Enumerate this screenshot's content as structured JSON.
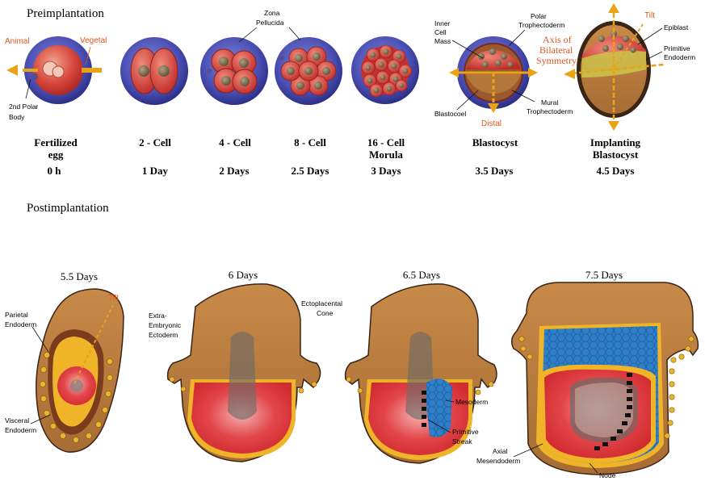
{
  "sections": {
    "preimplantation": "Preimplantation",
    "postimplantation": "Postimplantation"
  },
  "pre_stages": [
    {
      "name_line1": "Fertilized",
      "name_line2": "egg",
      "time": "0 h"
    },
    {
      "name_line1": "2 - Cell",
      "name_line2": "",
      "time": "1 Day"
    },
    {
      "name_line1": "4 - Cell",
      "name_line2": "",
      "time": "2 Days"
    },
    {
      "name_line1": "8 - Cell",
      "name_line2": "",
      "time": "2.5 Days"
    },
    {
      "name_line1": "16 - Cell",
      "name_line2": "Morula",
      "time": "3 Days"
    },
    {
      "name_line1": "Blastocyst",
      "name_line2": "",
      "time": "3.5 Days"
    },
    {
      "name_line1": "Implanting",
      "name_line2": "Blastocyst",
      "time": "4.5 Days"
    }
  ],
  "post_stages": [
    "5.5 Days",
    "6 Days",
    "6.5 Days",
    "7.5 Days"
  ],
  "labels": {
    "animal": "Animal",
    "vegetal": "Vegetal",
    "polar_body_1": "2nd Polar",
    "polar_body_2": "Body",
    "zona_1": "Zona",
    "zona_2": "Pellucida",
    "icm_1": "Inner",
    "icm_2": "Cell",
    "icm_3": "Mass",
    "polar_troph_1": "Polar",
    "polar_troph_2": "Trophectoderm",
    "axis_1": "Axis of",
    "axis_2": "Bilateral",
    "axis_3": "Symmetry",
    "blastocoel": "Blastocoel",
    "distal": "Distal",
    "mural_1": "Mural",
    "mural_2": "Trophectoderm",
    "tilt": "Tilt",
    "epiblast": "Epiblast",
    "prim_endo_1": "Primitive",
    "prim_endo_2": "Endoderm",
    "parietal_1": "Parietal",
    "parietal_2": "Endoderm",
    "tilt_post": "Tilt",
    "visceral_1": "Visceral",
    "visceral_2": "Endoderm",
    "extra_1": "Extra-",
    "extra_2": "Embryonic",
    "extra_3": "Ectoderm",
    "ecto_1": "Ectoplacental",
    "ecto_2": "Cone",
    "mesoderm": "Mesoderm",
    "streak_1": "Primitive",
    "streak_2": "Streak",
    "axial_1": "Axial",
    "axial_2": "Mesendoderm",
    "node": "Node"
  },
  "colors": {
    "zona_blue": "#3f3fa8",
    "cell_red": "#d63a32",
    "epiblast_red": "#e03a3a",
    "extraembryonic_brown": "#b97a3c",
    "endoderm_yellow": "#f0b428",
    "mesoderm_blue": "#2f7fc8",
    "annotation_orange": "#e2571f",
    "arrow_gold": "#e8a317"
  }
}
